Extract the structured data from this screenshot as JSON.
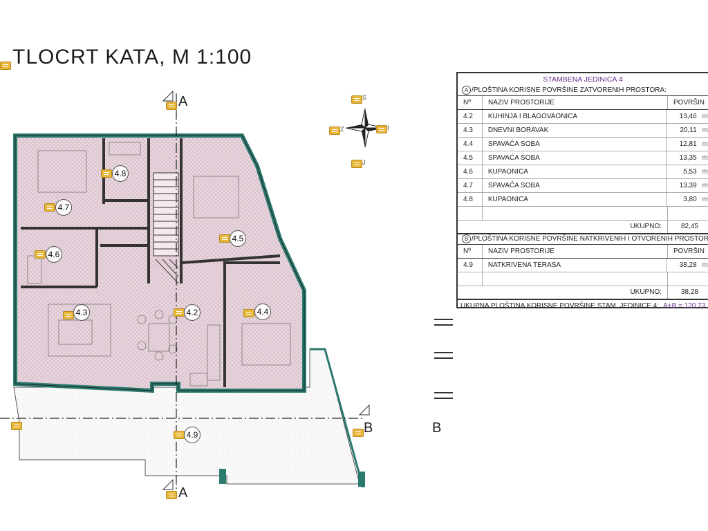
{
  "drawing": {
    "title": "TLOCRT KATA, M 1:100",
    "section_label_a_top": "A",
    "section_label_a_bottom": "A",
    "section_label_b": "B",
    "section_label_b_partial": "B",
    "compass": {
      "n": "S",
      "s": "J",
      "e": "I",
      "w": "Z"
    },
    "rooms": [
      {
        "id": "4.2"
      },
      {
        "id": "4.3"
      },
      {
        "id": "4.4"
      },
      {
        "id": "4.5"
      },
      {
        "id": "4.6"
      },
      {
        "id": "4.7"
      },
      {
        "id": "4.8"
      },
      {
        "id": "4.9"
      }
    ],
    "colors": {
      "room_fill": "#e6d3dc",
      "wall": "#2a7a6e",
      "tag": "#e8b73a",
      "accent": "#6b2d8a"
    }
  },
  "table": {
    "title": "STAMBENA JEDINICA 4",
    "section_a": {
      "marker": "A",
      "title": "/PLOŠTINA KORISNE POVRŠINE ZATVORENIH PROSTORA:"
    },
    "col_no": "Nº",
    "col_name": "NAZIV PROSTORIJE",
    "col_area": "POVRŠIN",
    "rows_a": [
      {
        "no": "4.2",
        "name": "KUHINJA I BLAGOVAONICA",
        "area": "13,46",
        "unit": "m"
      },
      {
        "no": "4.3",
        "name": "DNEVNI BORAVAK",
        "area": "20,11",
        "unit": "m"
      },
      {
        "no": "4.4",
        "name": "SPAVAĆA SOBA",
        "area": "12,81",
        "unit": "m"
      },
      {
        "no": "4.5",
        "name": "SPAVAĆA SOBA",
        "area": "13,35",
        "unit": "m"
      },
      {
        "no": "4.6",
        "name": "KUPAONICA",
        "area": "5,53",
        "unit": "m"
      },
      {
        "no": "4.7",
        "name": "SPAVAĆA SOBA",
        "area": "13,39",
        "unit": "m"
      },
      {
        "no": "4.8",
        "name": "KUPAONICA",
        "area": "3,80",
        "unit": "m"
      }
    ],
    "total_label": "UKUPNO:",
    "total_a": "82,45",
    "section_b": {
      "marker": "B",
      "title": "/PLOŠTINA KORISNE POVRŠINE NATKRIVENIH I OTVORENIH PROSTORA"
    },
    "rows_b": [
      {
        "no": "4.9",
        "name": "NATKRIVENA TERASA",
        "area": "38,28",
        "unit": "m"
      }
    ],
    "total_b": "38,28",
    "final_label": "UKUPNA PLOŠTINA KORISNE POVRŠINE STAM. JEDINICE 4:",
    "final_value": "A+B = 120,73"
  }
}
